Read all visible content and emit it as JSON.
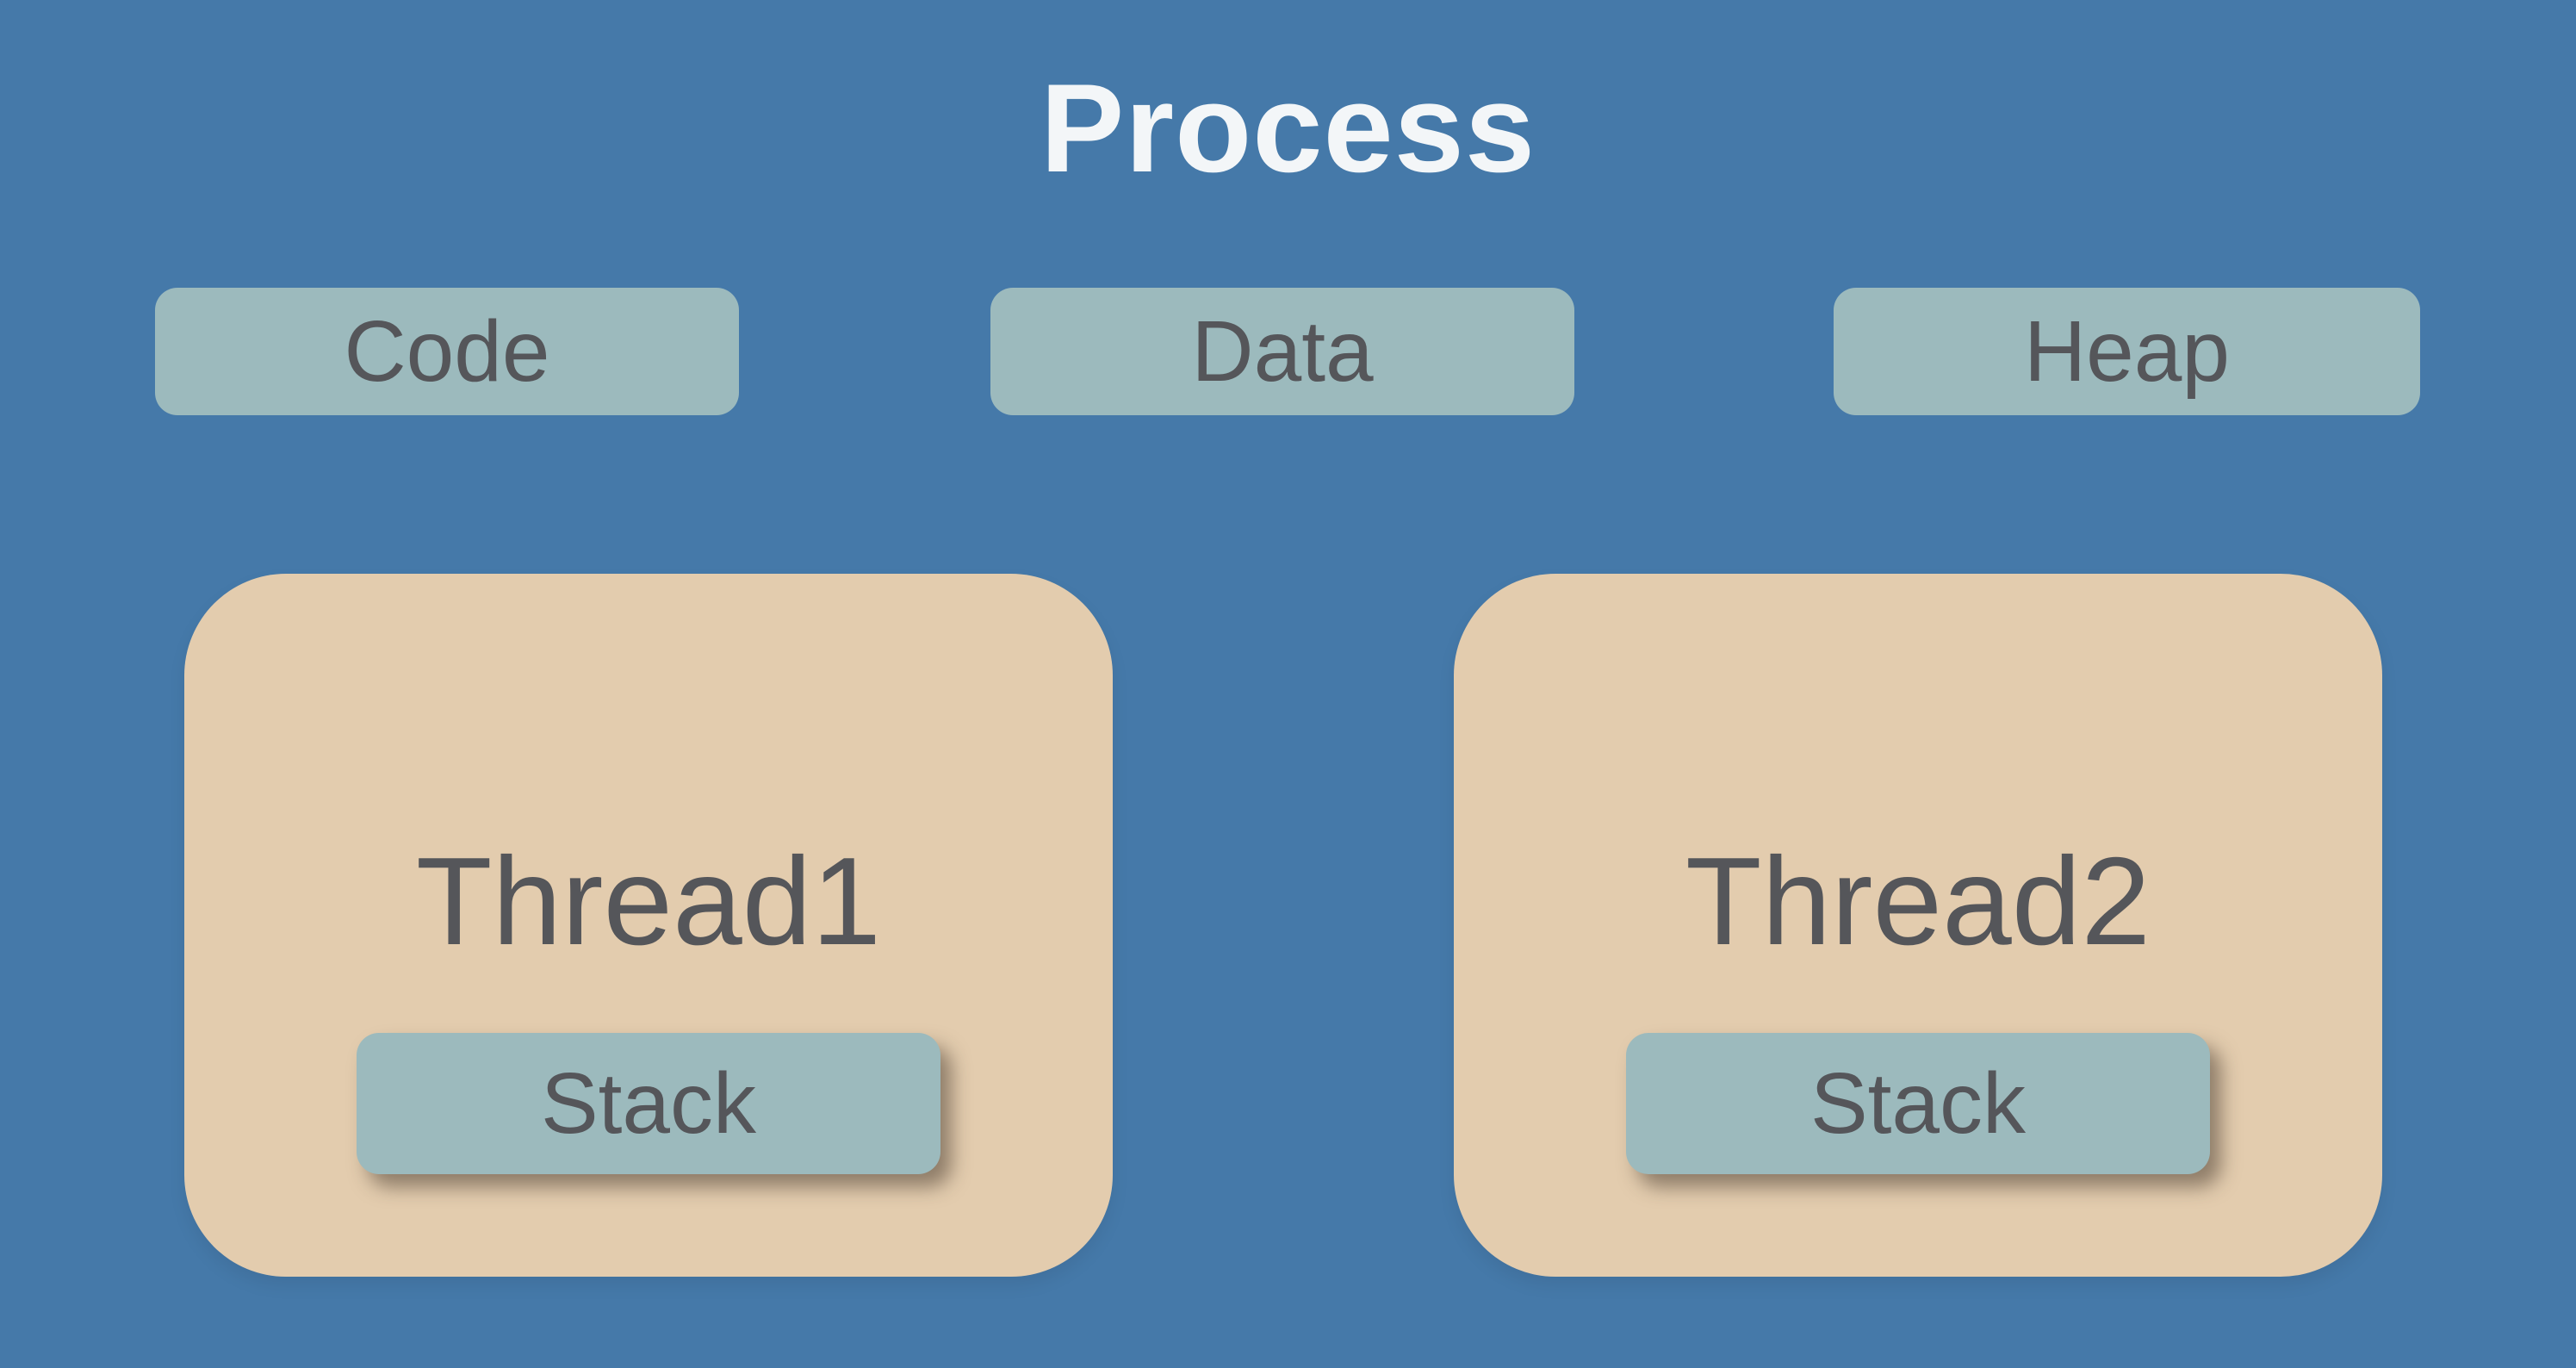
{
  "diagram": {
    "title": "Process",
    "segments": [
      {
        "label": "Code"
      },
      {
        "label": "Data"
      },
      {
        "label": "Heap"
      }
    ],
    "threads": [
      {
        "label": "Thread1",
        "stack_label": "Stack"
      },
      {
        "label": "Thread2",
        "stack_label": "Stack"
      }
    ]
  },
  "colors": {
    "background": "#4579A9",
    "segment_fill": "#9CBABD",
    "thread_fill": "#E3CCAE",
    "label_text": "#55565A",
    "title_text": "#F3F6F8",
    "stack_shadow": "rgba(60,48,38,0.5)"
  }
}
